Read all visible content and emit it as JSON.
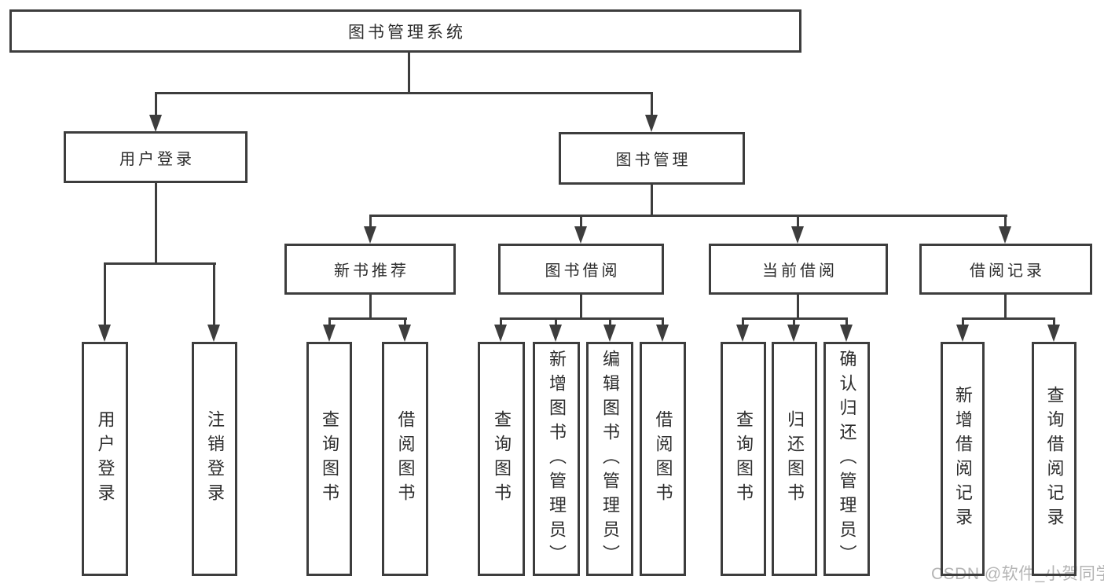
{
  "colors": {
    "line": "#3d3d3d",
    "text": "#2d2d2d",
    "watermark": "#b4b4b4",
    "background": "#ffffff"
  },
  "watermark": "CSDN @软件_小贺同学",
  "tree": {
    "root": "图书管理系统",
    "branches": [
      {
        "label": "用户登录",
        "leaves": [
          "用户登录",
          "注销登录"
        ]
      },
      {
        "label": "图书管理",
        "groups": [
          {
            "label": "新书推荐",
            "leaves": [
              "查询图书",
              "借阅图书"
            ]
          },
          {
            "label": "图书借阅",
            "leaves": [
              "查询图书",
              "新增图书（管理员）",
              "编辑图书（管理员）",
              "借阅图书"
            ]
          },
          {
            "label": "当前借阅",
            "leaves": [
              "查询图书",
              "归还图书",
              "确认归还（管理员）"
            ]
          },
          {
            "label": "借阅记录",
            "leaves": [
              "新增借阅记录",
              "查询借阅记录"
            ]
          }
        ]
      }
    ]
  }
}
